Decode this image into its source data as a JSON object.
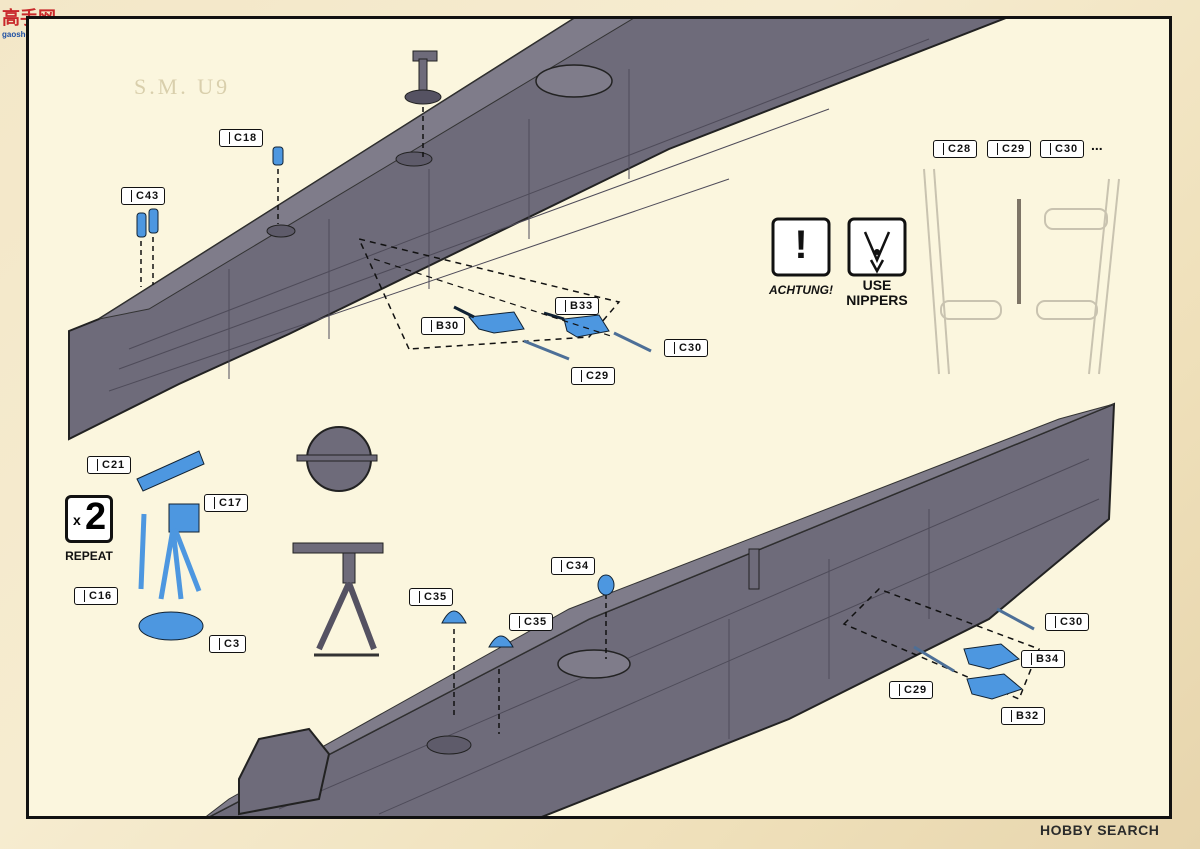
{
  "site_logo": {
    "main": "高手网",
    "sub": "gaoshou.com"
  },
  "watermark": "HOBBY SEARCH",
  "faint_title": "S.M. U9",
  "labels": {
    "c18": "C18",
    "c43": "C43",
    "b30": "B30",
    "b33": "B33",
    "c29_top": "C29",
    "c30_top": "C30",
    "c28": "C28",
    "c29_seq": "C29",
    "c30_seq": "C30",
    "seq_more": "...",
    "c21": "C21",
    "c17": "C17",
    "c16": "C16",
    "c3": "C3",
    "c34": "C34",
    "c35a": "C35",
    "c35b": "C35",
    "c30_bot": "C30",
    "b34": "B34",
    "c29_bot": "C29",
    "b32": "B32"
  },
  "repeat": {
    "multiplier": "x",
    "count": "2",
    "label": "REPEAT"
  },
  "achtung": {
    "label": "ACHTUNG!",
    "symbol": "!"
  },
  "nippers": {
    "line1": "USE",
    "line2": "NIPPERS"
  },
  "colors": {
    "hull": "#6e6b7a",
    "part": "#4d97e0",
    "frame": "#111111",
    "paper": "#fbf6de"
  }
}
